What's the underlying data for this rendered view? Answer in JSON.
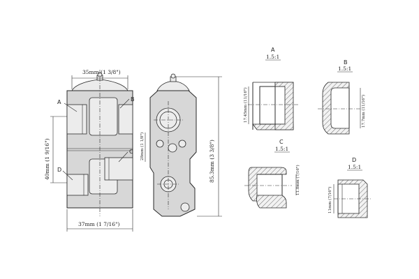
{
  "main_view": {
    "dim_top_width": "35mm (1 3/8\")",
    "dim_bottom_width": "37mm (1 7/16\")",
    "dim_height": "40mm (1 9/16\")",
    "dim_port_c": "28mm (1 1/8\")",
    "label_a": "A",
    "label_b": "B",
    "label_c": "C",
    "label_d": "D"
  },
  "side_view": {
    "dim_total_height": "85.3mm (3 3/8\")"
  },
  "details": {
    "a": {
      "title": "A",
      "scale": "1.5:1",
      "dim": "17.45mm (11/16\")"
    },
    "b": {
      "title": "B",
      "scale": "1.5:1",
      "dim": "17.7mm (11/16\")"
    },
    "c": {
      "title": "C",
      "scale": "1.5:1",
      "dim": "11.8mm (7/16\")"
    },
    "d": {
      "title": "D",
      "scale": "1.5:1",
      "dim": "11mm (7/16\")"
    }
  }
}
